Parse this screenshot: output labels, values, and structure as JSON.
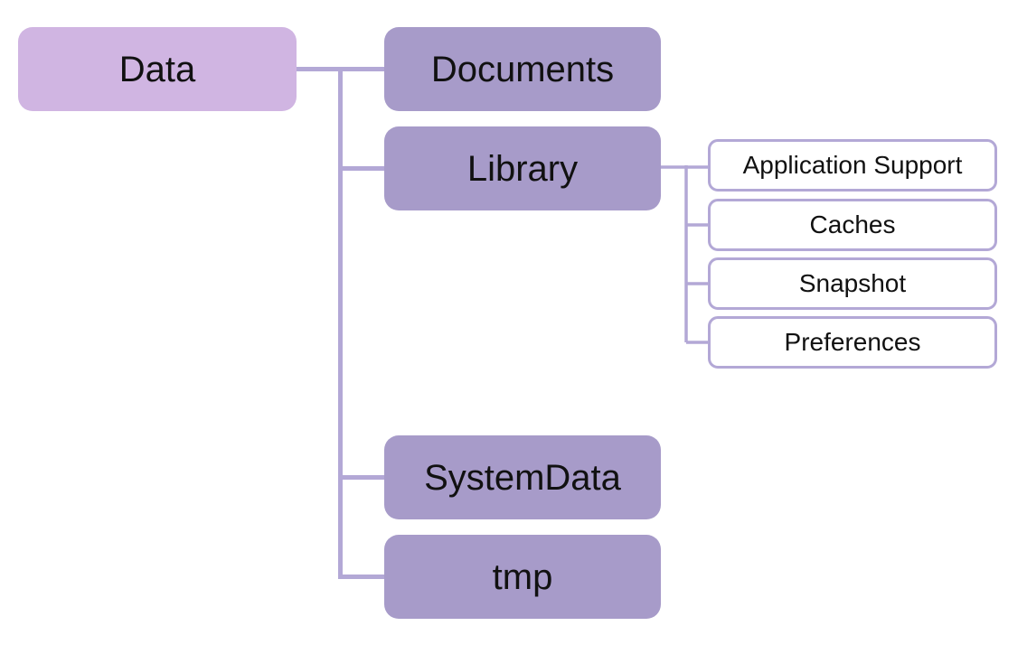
{
  "colors": {
    "root-fill": "#d0b5e2",
    "branch-fill": "#a79bc9",
    "leaf-fill": "#ffffff",
    "line": "#b3a8d6",
    "text": "#111111",
    "bg": "#ffffff"
  },
  "tree": {
    "root": {
      "label": "Data"
    },
    "children": [
      {
        "label": "Documents",
        "children": []
      },
      {
        "label": "Library",
        "children": [
          {
            "label": "Application Support"
          },
          {
            "label": "Caches"
          },
          {
            "label": "Snapshot"
          },
          {
            "label": "Preferences"
          }
        ]
      },
      {
        "label": "SystemData",
        "children": []
      },
      {
        "label": "tmp",
        "children": []
      }
    ]
  }
}
